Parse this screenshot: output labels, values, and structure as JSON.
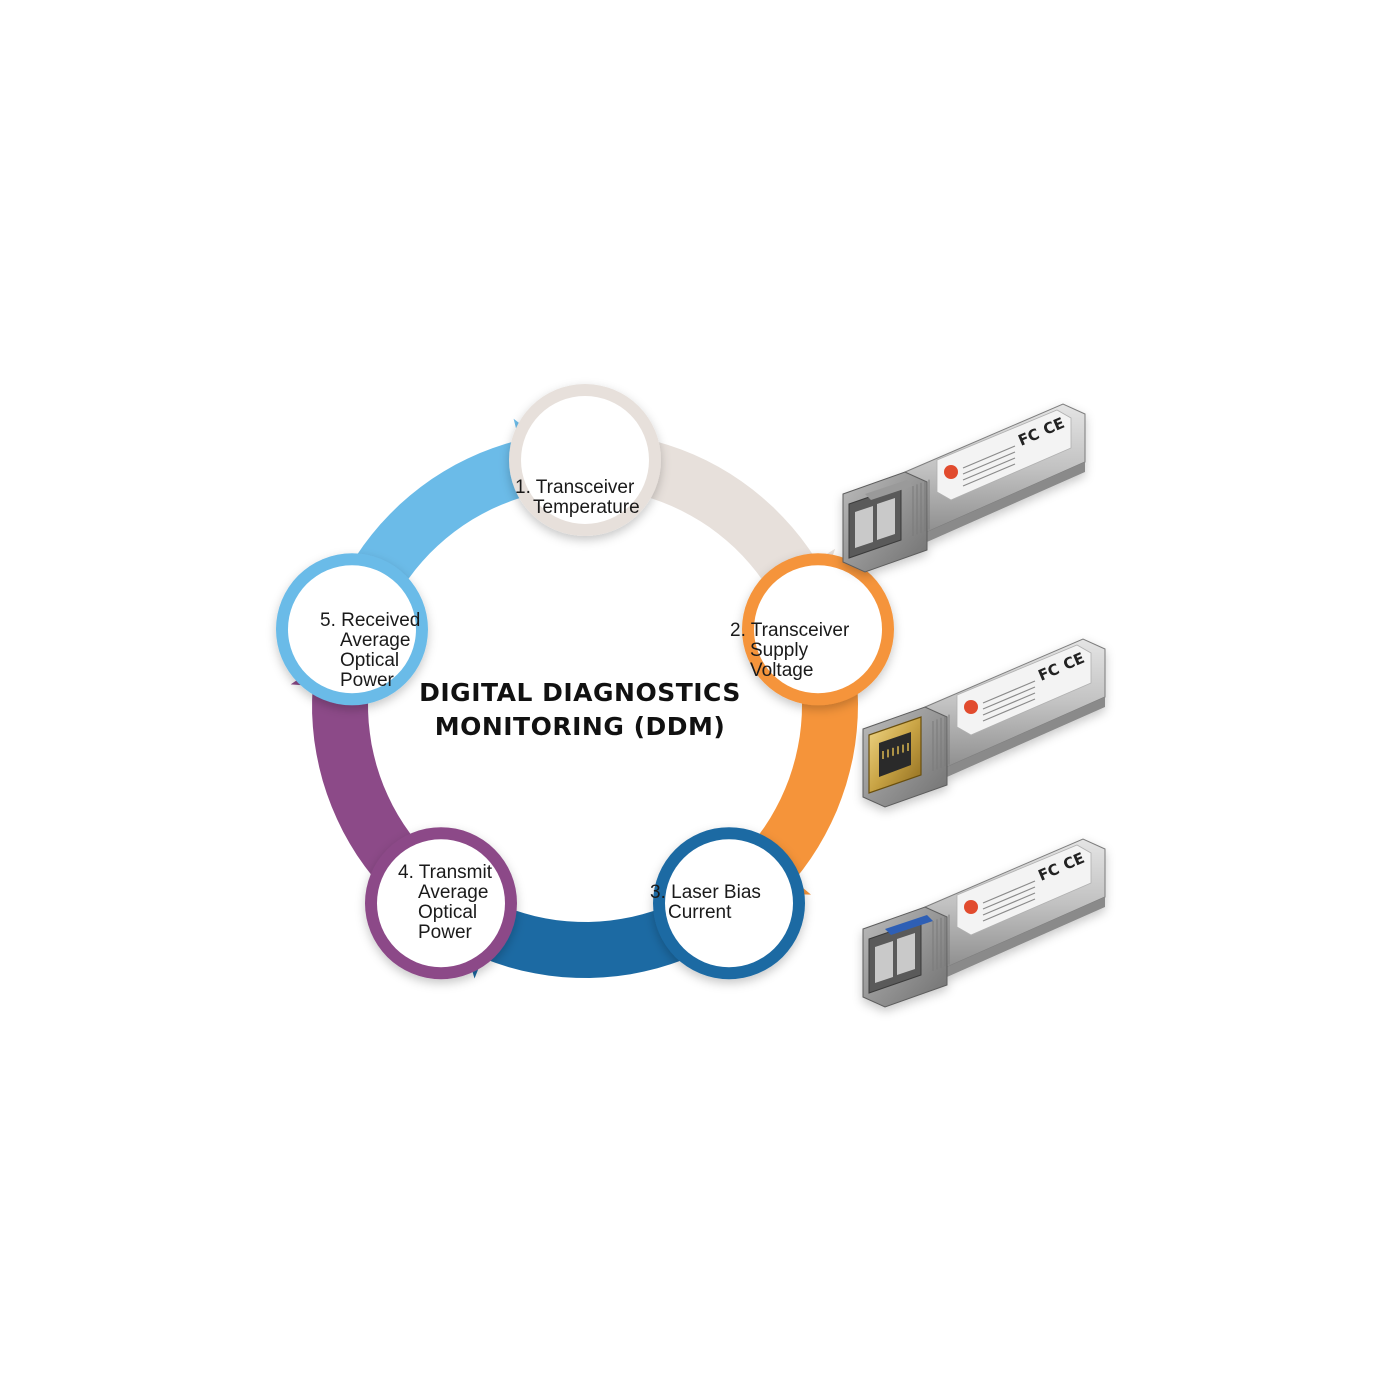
{
  "diagram": {
    "title_lines": [
      "DIGITAL DIAGNOSTICS",
      "MONITORING (DDM)"
    ],
    "nodes": [
      {
        "id": "temperature",
        "lines": [
          "1. Transceiver",
          "Temperature"
        ],
        "color": "#e7e0db"
      },
      {
        "id": "supply-voltage",
        "lines": [
          "2. Transceiver",
          "Supply",
          "Voltage"
        ],
        "color": "#f5943a"
      },
      {
        "id": "laser-bias",
        "lines": [
          "3. Laser Bias",
          "Current"
        ],
        "color": "#1c6aa3"
      },
      {
        "id": "transmit-power",
        "lines": [
          "4. Transmit",
          "Average",
          "Optical",
          "Power"
        ],
        "color": "#8c4a88"
      },
      {
        "id": "received-power",
        "lines": [
          "5. Received",
          "Average",
          "Optical",
          "Power"
        ],
        "color": "#6bbbe8"
      }
    ]
  },
  "products": [
    {
      "id": "sfp-fiber-multimode",
      "port": "fiber",
      "marks": [
        "FC",
        "CE"
      ]
    },
    {
      "id": "sfp-copper-rj45",
      "port": "rj45",
      "marks": [
        "FC",
        "CE"
      ]
    },
    {
      "id": "sfp-fiber-singlemode",
      "port": "fiber-blue",
      "marks": [
        "FC",
        "CE"
      ]
    }
  ]
}
